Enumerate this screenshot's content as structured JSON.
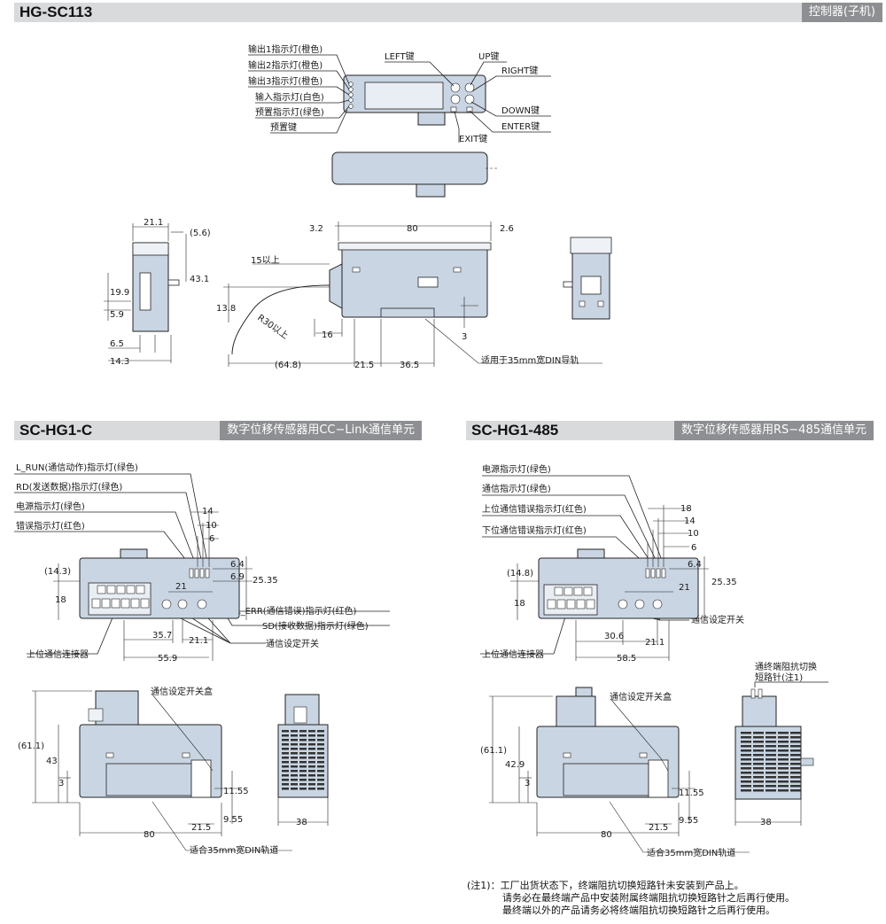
{
  "sections": {
    "hg": {
      "code": "HG-SC113",
      "tag": "控制器(子机)"
    },
    "cc": {
      "code": "SC-HG1-C",
      "tag": "数字位移传感器用CC−Link通信单元"
    },
    "rs": {
      "code": "SC-HG1-485",
      "tag": "数字位移传感器用RS−485通信单元"
    }
  },
  "hg_labels": {
    "out1": "输出1指示灯(橙色)",
    "out2": "输出2指示灯(橙色)",
    "out3": "输出3指示灯(橙色)",
    "input": "输入指示灯(白色)",
    "preset_led": "预置指示灯(绿色)",
    "preset_key": "预置键",
    "left": "LEFT键",
    "up": "UP键",
    "right": "RIGHT键",
    "down": "DOWN键",
    "enter": "ENTER键",
    "exit": "EXIT键"
  },
  "hg_dims": {
    "d21_1": "21.1",
    "d5_6": "(5.6)",
    "d43_1": "43.1",
    "d19_9": "19.9",
    "d5_9": "5.9",
    "d6_5": "6.5",
    "d14_3": "14.3",
    "d3_2": "3.2",
    "d80": "80",
    "d2_6": "2.6",
    "d15": "15以上",
    "d13_8": "13.8",
    "r30": "R30以上",
    "d16": "16",
    "d3": "3",
    "d64_8": "(64.8)",
    "d21_5": "21.5",
    "d36_5": "36.5",
    "din": "适用于35mm宽DIN导轨"
  },
  "cc_labels": {
    "lrun": "L_RUN(通信动作)指示灯(绿色)",
    "rd": "RD(发送数据)指示灯(绿色)",
    "power": "电源指示灯(绿色)",
    "err": "错误指示灯(红色)",
    "lerr": "L_ERR(通信错误)指示灯(红色)",
    "sd": "SD(接收数据)指示灯(绿色)",
    "switch": "通信设定开关",
    "connector": "上位通信连接器",
    "switch_box": "通信设定开关盒",
    "din": "适合35mm宽DIN轨道"
  },
  "cc_dims": {
    "d14": "14",
    "d10": "10",
    "d6": "6",
    "d6_4": "6.4",
    "d6_9": "6.9",
    "d25_35": "25.35",
    "d21": "21",
    "d14_3": "(14.3)",
    "d18": "18",
    "d35_7": "35.7",
    "d21_1": "21.1",
    "d55_9": "55.9",
    "d61_1": "(61.1)",
    "d43": "43",
    "d3": "3",
    "d11_55": "11.55",
    "d9_55": "9.55",
    "d21_5": "21.5",
    "d80": "80",
    "d38": "38"
  },
  "rs_labels": {
    "power": "电源指示灯(绿色)",
    "comm": "通信指示灯(绿色)",
    "upper_err": "上位通信错误指示灯(红色)",
    "lower_err": "下位通信错误指示灯(红色)",
    "switch": "通信设定开关",
    "connector": "上位通信连接器",
    "switch_box": "通信设定开关盒",
    "term_line1": "通终端阻抗切换",
    "term_line2": "短路针(注1)",
    "din": "适合35mm宽DIN轨道"
  },
  "rs_dims": {
    "d18": "18",
    "d14": "14",
    "d10": "10",
    "d6": "6",
    "d6_4": "6.4",
    "d25_35": "25.35",
    "d21": "21",
    "d14_8": "(14.8)",
    "d18b": "18",
    "d30_6": "30.6",
    "d21_1": "21.1",
    "d58_5": "58.5",
    "d61_1": "(61.1)",
    "d42_9": "42.9",
    "d3": "3",
    "d11_55": "11.55",
    "d9_55": "9.55",
    "d21_5": "21.5",
    "d80": "80",
    "d38": "38"
  },
  "note": {
    "line1": "(注1)：工厂出货状态下，终端阻抗切换短路针未安装到产品上。",
    "line2": "请务必在最终端产品中安装附属终端阻抗切换短路针之后再行使用。",
    "line3": "最终端以外的产品请务必将终端阻抗切换短路针之后再行使用。"
  }
}
